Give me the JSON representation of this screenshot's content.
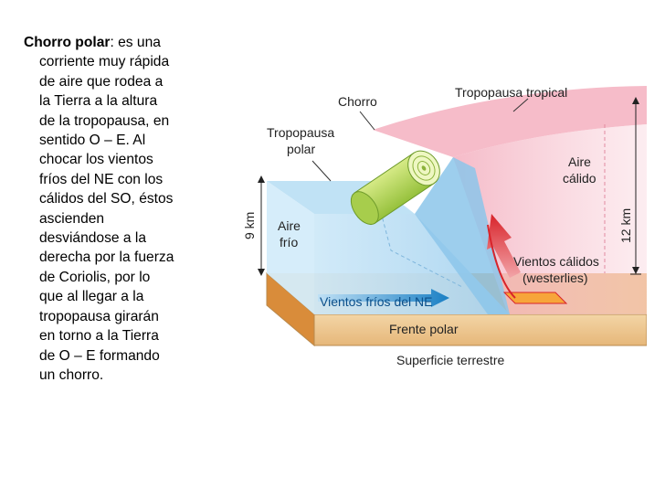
{
  "paragraph": {
    "term": "Chorro polar",
    "lines": [
      ": es una",
      "corriente muy rápida",
      "de aire que rodea a",
      "la Tierra a la altura",
      "de la tropopausa, en",
      "sentido O – E. Al",
      "chocar los vientos",
      "fríos del NE con los",
      "cálidos del SO, éstos",
      "ascienden",
      "desviándose a la",
      "derecha por la fuerza",
      "de Coriolis, por lo",
      "que al llegar a la",
      "tropopausa girarán",
      "en torno a la Tierra",
      "de O – E formando",
      "un chorro."
    ]
  },
  "diagram": {
    "labels": {
      "chorro": "Chorro",
      "tropopausa_tropical": "Tropopausa tropical",
      "tropopausa_polar_1": "Tropopausa",
      "tropopausa_polar_2": "polar",
      "aire_calido_1": "Aire",
      "aire_calido_2": "cálido",
      "aire_frio_1": "Aire",
      "aire_frio_2": "frío",
      "altura_polar": "9 km",
      "altura_tropical": "12 km",
      "vientos_calidos_1": "Vientos cálidos",
      "vientos_calidos_2": "(westerlies)",
      "vientos_frios": "Vientos fríos del NE",
      "frente_polar": "Frente polar",
      "superficie": "Superficie terrestre"
    },
    "colors": {
      "cold_air": "#bfe0f4",
      "cold_air_top": "#a9d3ee",
      "warm_air": "#f7c8d2",
      "warm_air_top": "#f4b6c4",
      "ground_top": "#e8a04a",
      "ground_front": "#f2d4a8",
      "jet": "#b9d85a",
      "warm_arrow": "#d8232a",
      "cold_arrow": "#1a7fc4"
    }
  }
}
